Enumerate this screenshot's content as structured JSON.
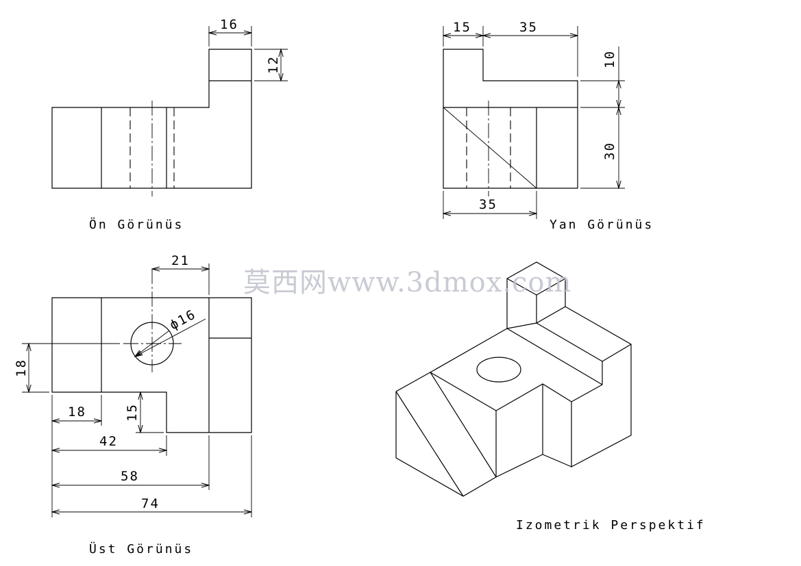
{
  "captions": {
    "front": "Ön Görünüs",
    "side": "Yan Görünüs",
    "top": "Üst Görünüs",
    "iso": "Izometrik Perspektif"
  },
  "dimensions": {
    "front_16": "16",
    "front_12": "12",
    "side_15": "15",
    "side_35_top": "35",
    "side_10": "10",
    "side_30": "30",
    "side_35_bottom": "35",
    "top_21": "21",
    "top_dia16": "ϕ16",
    "top_18_vertical": "18",
    "top_18": "18",
    "top_15": "15",
    "top_42": "42",
    "top_58": "58",
    "top_74": "74"
  },
  "watermark": "莫西网www.3dmox.com"
}
